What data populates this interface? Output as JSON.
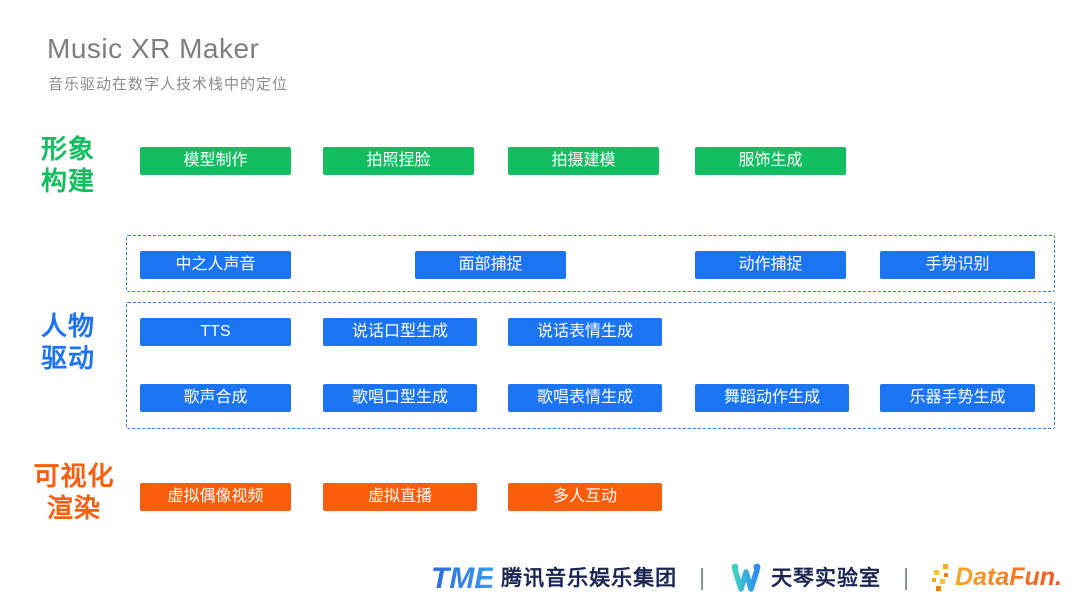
{
  "header": {
    "title": "Music XR Maker",
    "subtitle": "音乐驱动在数字人技术栈中的定位"
  },
  "sections": {
    "image_building": {
      "label": [
        "形象",
        "构建"
      ],
      "boxes": [
        "模型制作",
        "拍照捏脸",
        "拍摄建模",
        "服饰生成"
      ]
    },
    "character_driving": {
      "label": [
        "人物",
        "驱动"
      ],
      "capture_row": [
        "中之人声音",
        "面部捕捉",
        "动作捕捉",
        "手势识别"
      ],
      "speech_row": [
        "TTS",
        "说话口型生成",
        "说话表情生成"
      ],
      "singing_row": [
        "歌声合成",
        "歌唱口型生成",
        "歌唱表情生成",
        "舞蹈动作生成",
        "乐器手势生成"
      ]
    },
    "visual_rendering": {
      "label": [
        "可视化",
        "渲染"
      ],
      "boxes": [
        "虚拟偶像视频",
        "虚拟直播",
        "多人互动"
      ]
    }
  },
  "footer": {
    "tme_logo": "TME",
    "tme_name": "腾讯音乐娱乐集团",
    "separator": "|",
    "tianqin_name": "天琴实验室",
    "datafun_name": "DataFun."
  },
  "colors": {
    "green": "#12be5f",
    "blue": "#1b74f2",
    "orange": "#fa5d0c",
    "dashed_border": "#2f7bf0",
    "title_gray": "#7e7e7e",
    "footer_navy": "#1b2653",
    "datafun_orange": "#f68b1f"
  }
}
